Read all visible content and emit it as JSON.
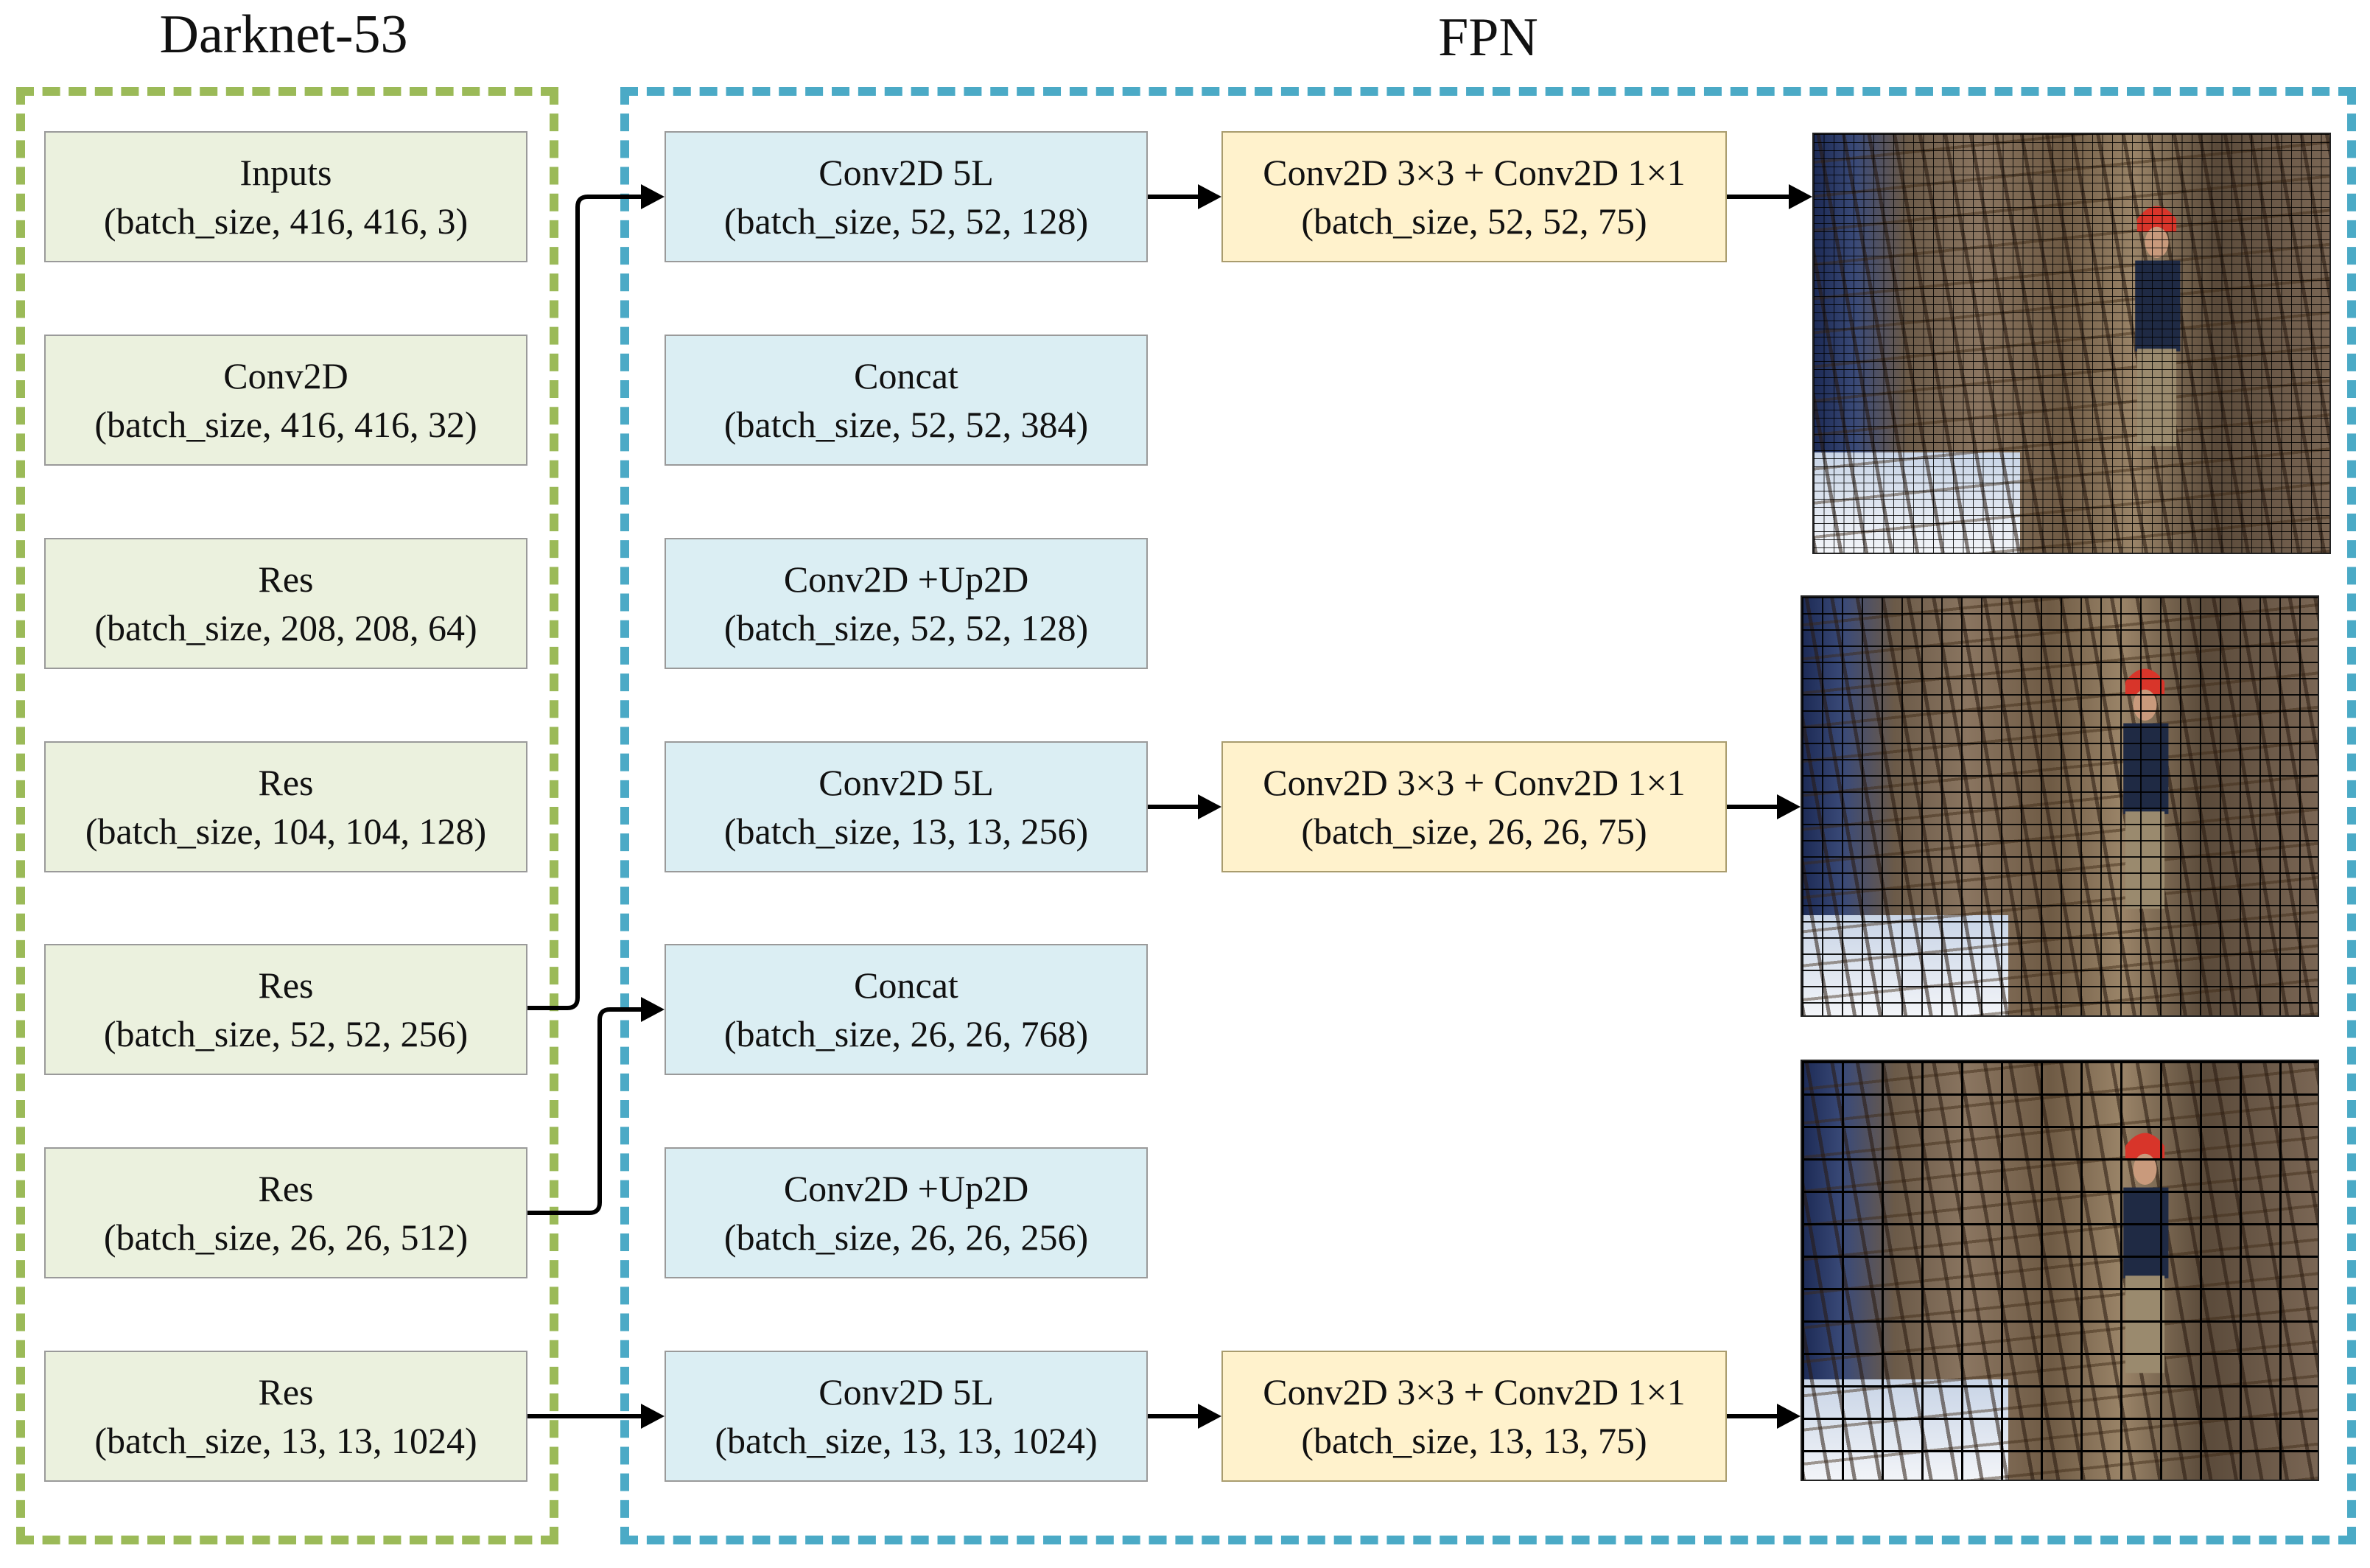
{
  "titles": {
    "darknet": "Darknet-53",
    "fpn": "FPN"
  },
  "colors": {
    "darknet_panel": "#9bba58",
    "fpn_panel": "#4baac6",
    "green_box": "#ebf1de",
    "blue_box": "#dbeef3",
    "yellow_box": "#fff2cc",
    "arrow": "#000000"
  },
  "darknet_boxes": [
    {
      "name": "Inputs",
      "shape": "(batch_size, 416, 416, 3)"
    },
    {
      "name": "Conv2D",
      "shape": "(batch_size, 416, 416, 32)"
    },
    {
      "name": "Res",
      "shape": "(batch_size, 208, 208, 64)"
    },
    {
      "name": "Res",
      "shape": "(batch_size, 104, 104, 128)"
    },
    {
      "name": "Res",
      "shape": "(batch_size, 52, 52, 256)"
    },
    {
      "name": "Res",
      "shape": "(batch_size, 26, 26, 512)"
    },
    {
      "name": "Res",
      "shape": "(batch_size, 13, 13, 1024)"
    }
  ],
  "fpn_boxes": [
    {
      "name": "Conv2D 5L",
      "shape": "(batch_size, 52, 52, 128)"
    },
    {
      "name": "Concat",
      "shape": "(batch_size, 52, 52, 384)"
    },
    {
      "name": "Conv2D +Up2D",
      "shape": "(batch_size, 52, 52, 128)"
    },
    {
      "name": "Conv2D 5L",
      "shape": "(batch_size, 13, 13, 256)"
    },
    {
      "name": "Concat",
      "shape": "(batch_size, 26, 26, 768)"
    },
    {
      "name": "Conv2D +Up2D",
      "shape": "(batch_size, 26, 26, 256)"
    },
    {
      "name": "Conv2D 5L",
      "shape": "(batch_size, 13, 13, 1024)"
    }
  ],
  "head_boxes": [
    {
      "name": "Conv2D 3×3 + Conv2D 1×1",
      "shape": "(batch_size, 52, 52, 75)"
    },
    {
      "name": "Conv2D 3×3 + Conv2D 1×1",
      "shape": "(batch_size, 26, 26, 75)"
    },
    {
      "name": "Conv2D 3×3 + Conv2D 1×1",
      "shape": "(batch_size, 13, 13, 75)"
    }
  ],
  "output_images": [
    {
      "grid": "52x52",
      "icon": "construction-worker-photo"
    },
    {
      "grid": "26x26",
      "icon": "construction-worker-photo"
    },
    {
      "grid": "13x13",
      "icon": "construction-worker-photo"
    }
  ]
}
